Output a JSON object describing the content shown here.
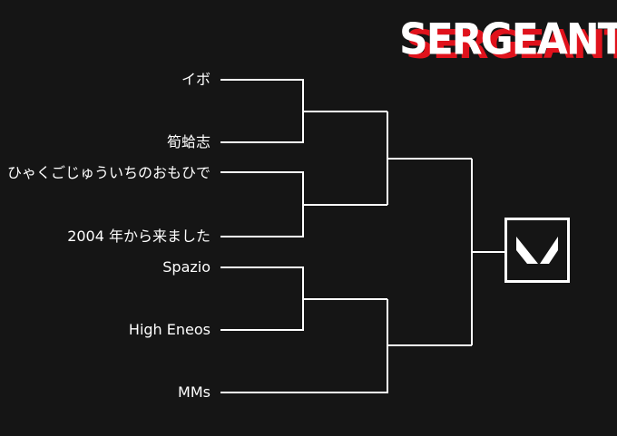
{
  "brand": {
    "name": "SERGEANT",
    "primary_color": "#ffffff",
    "shadow_color": "#e0121c"
  },
  "background_color": "#151515",
  "line_color": "#ffffff",
  "players": [
    {
      "name": "イボ"
    },
    {
      "name": "筍蛤志"
    },
    {
      "name": "ひゃくごじゅういちのおもひで"
    },
    {
      "name": "2004 年から来ました"
    },
    {
      "name": "Spazio"
    },
    {
      "name": "High Eneos"
    },
    {
      "name": "MMs"
    }
  ],
  "winner_icon": "valorant-logo-icon"
}
